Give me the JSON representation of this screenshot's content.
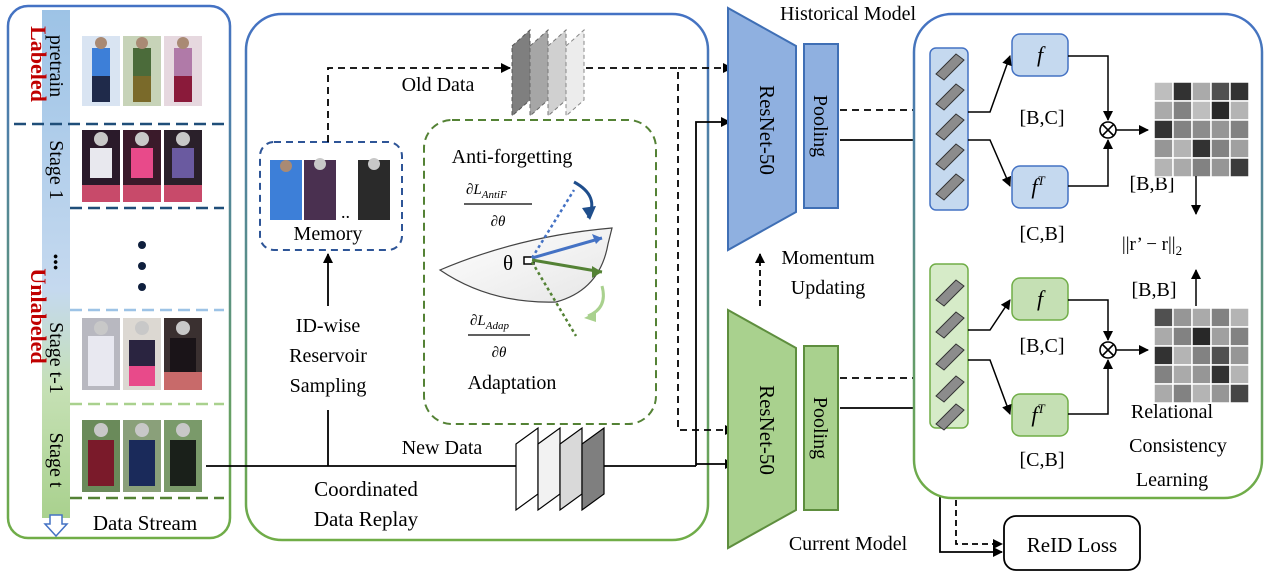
{
  "title_historical": "Historical Model",
  "title_current": "Current Model",
  "stream": {
    "labeled": "Labeled",
    "unlabeled": "Unlabeled",
    "stages": [
      "pretrain",
      "Stage 1",
      "•••",
      "Stage t-1",
      "Stage t"
    ],
    "footer": "Data Stream",
    "ellipsis": "⋮"
  },
  "replay": {
    "old_data": "Old Data",
    "new_data": "New Data",
    "memory": "Memory",
    "memory_dots": "..",
    "sampling": [
      "ID-wise",
      "Reservoir",
      "Sampling"
    ],
    "title": [
      "Coordinated",
      "Data Replay"
    ],
    "anti_forgetting": "Anti-forgetting",
    "grad_antif_num": "∂L",
    "grad_antif_sub": "AntiF",
    "grad_den": "∂θ",
    "grad_adap_num": "∂L",
    "grad_adap_sub": "Adap",
    "theta": "θ",
    "adaptation": "Adaptation"
  },
  "models": {
    "backbone": "ResNet-50",
    "pooling": "Pooling",
    "momentum": [
      "Momentum",
      "Updating"
    ]
  },
  "relational": {
    "f": "f",
    "fT": "f",
    "fT_sup": "T",
    "bc": "[B,C]",
    "cb": "[C,B]",
    "bb": "[B,B]",
    "otimes": "⊗",
    "norm": "||r’ − r||",
    "norm_sub": "2",
    "title": [
      "Relational",
      "Consistency",
      "Learning"
    ]
  },
  "reid_loss": "ReID Loss",
  "heatmap_top": [
    [
      0.25,
      0.95,
      0.35,
      0.8,
      0.95
    ],
    [
      0.35,
      0.55,
      0.25,
      1.0,
      0.3
    ],
    [
      0.95,
      0.55,
      0.5,
      0.45,
      0.55
    ],
    [
      0.45,
      0.3,
      0.95,
      0.55,
      0.4
    ],
    [
      0.3,
      0.35,
      0.55,
      0.45,
      0.9
    ]
  ],
  "heatmap_bottom": [
    [
      0.8,
      0.45,
      0.35,
      0.55,
      0.3
    ],
    [
      0.35,
      0.55,
      1.0,
      0.4,
      0.55
    ],
    [
      0.95,
      0.3,
      0.55,
      0.8,
      0.45
    ],
    [
      0.55,
      0.35,
      0.45,
      0.95,
      0.3
    ],
    [
      0.35,
      0.55,
      0.3,
      0.45,
      0.85
    ]
  ],
  "colors": {
    "blue_fill": "#8fb0e0",
    "blue_stroke": "#3f6fb5",
    "green_fill": "#a9d18e",
    "green_stroke": "#5e8e3e",
    "label_red": "#c00000",
    "dark_blue": "#1f3b7a"
  }
}
